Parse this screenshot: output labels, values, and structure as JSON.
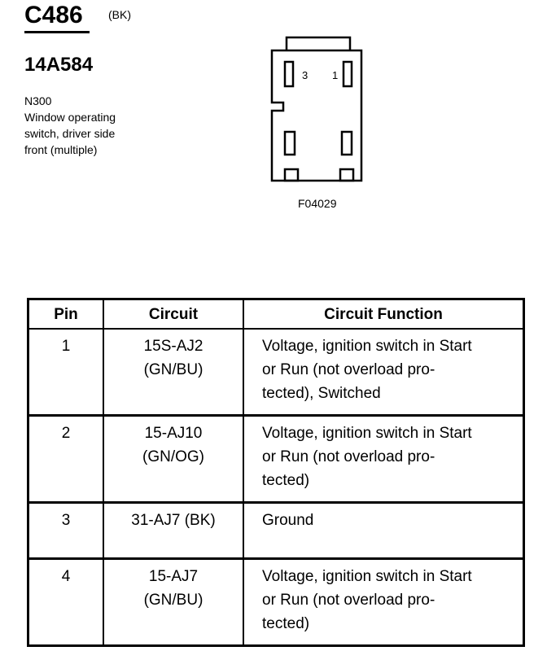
{
  "header": {
    "connector_id": "C486",
    "connector_color": "(BK)",
    "part_number": "14A584",
    "description": [
      "N300",
      "Window operating",
      "switch, driver side",
      "front (multiple)"
    ]
  },
  "figure": {
    "pin_label_left": "3",
    "pin_label_right": "1",
    "figure_id": "F04029"
  },
  "table": {
    "headers": [
      "Pin",
      "Circuit",
      "Circuit Function"
    ],
    "rows": [
      {
        "pin": "1",
        "circuit": [
          "15S-AJ2",
          "(GN/BU)"
        ],
        "function": [
          "Voltage, ignition switch in Start",
          "or Run (not overload pro-",
          "tected), Switched"
        ]
      },
      {
        "pin": "2",
        "circuit": [
          "15-AJ10",
          "(GN/OG)"
        ],
        "function": [
          "Voltage, ignition switch in Start",
          "or Run (not overload pro-",
          "tected)"
        ]
      },
      {
        "pin": "3",
        "circuit": [
          "31-AJ7 (BK)"
        ],
        "function": [
          "Ground"
        ]
      },
      {
        "pin": "4",
        "circuit": [
          "15-AJ7",
          "(GN/BU)"
        ],
        "function": [
          "Voltage, ignition switch in Start",
          "or Run (not overload pro-",
          "tected)"
        ]
      }
    ]
  }
}
